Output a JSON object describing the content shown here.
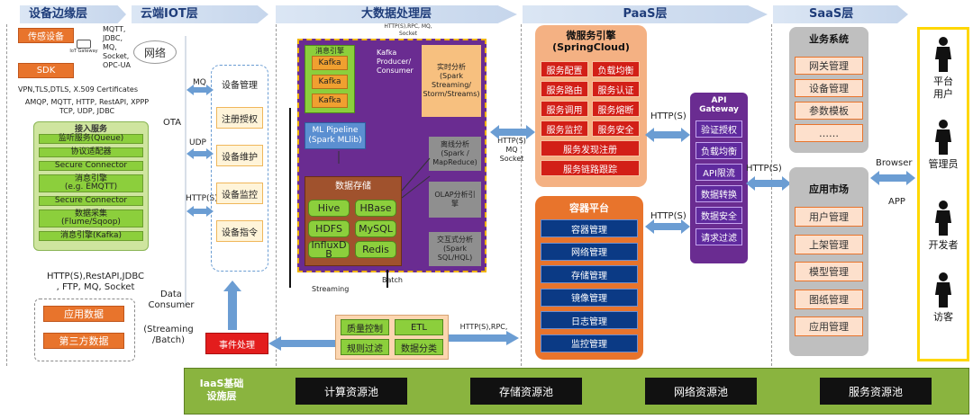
{
  "headers": {
    "edge": "设备边缘层",
    "iot": "云端IOT层",
    "bigdata": "大数据处理层",
    "paas": "PaaS层",
    "saas": "SaaS层"
  },
  "edge": {
    "sensor": "传感设备",
    "sdk": "SDK",
    "gateway_label": "IoT Gateway",
    "network": "网络",
    "mq_protocols": "MQTT,\nJDBC,\nMQ,\nSocket,\nOPC-UA",
    "security_line": "VPN,TLS,DTLS, X.509 Certificates",
    "protocol_line": "AMQP, MQTT, HTTP, RestAPI, XPPP\nTCP, UDP, JDBC",
    "access_title": "接入服务",
    "access_items": [
      "监听服务(Queue)",
      "协议适配器",
      "Secure Connector",
      "消息引擎\n(e.g. EMQTT)",
      "Secure Connector",
      "数据采集\n(Flume/Sqoop)",
      "消息引擎(Kafka)"
    ],
    "http_line": "HTTP(S),RestAPI,JDBC\n, FTP, MQ, Socket",
    "app_data": "应用数据",
    "third_data": "第三方数据"
  },
  "iot": {
    "ota": "OTA",
    "mq": "MQ",
    "udp": "UDP",
    "https": "HTTP(S)",
    "device_mgmt": "设备管理",
    "items": [
      "注册授权",
      "设备维护",
      "设备监控",
      "设备指令"
    ],
    "data_consumer": "Data\nConsumer",
    "streaming_batch": "(Streaming\n/Batch)",
    "event": "事件处理"
  },
  "bigdata": {
    "top_label": "HTTP(S),RPC, MQ,\nSocket",
    "msg_engine": "消息引擎",
    "kafka": [
      "Kafka",
      "Kafka",
      "Kafka"
    ],
    "kafka_pc": "Kafka\nProducer/\nConsumer",
    "realtime": "实时分析\n(Spark\nStreaming/\nStorm/Streams)",
    "ml": "ML Pipeline\n(Spark MLlib)",
    "offline": "离线分析\n(Spark /\nMapReduce)",
    "storage_title": "数据存储",
    "stores": [
      "Hive",
      "HBase",
      "HDFS",
      "MySQL",
      "InfluxD\nB",
      "Redis"
    ],
    "olap": "OLAP分析引\n擎",
    "interactive": "交互式分析\n(Spark\nSQL/HQL)",
    "streaming": "Streaming",
    "batch": "Batch",
    "bottom_items": [
      "质量控制",
      "ETL",
      "规则过滤",
      "数据分类"
    ],
    "bottom_label": "HTTP(S),RPC,\nMQ, Socket",
    "left_label": "HTTP(S)\nMQ\nSocket"
  },
  "paas": {
    "micro_title": "微服务引擎\n(SpringCloud)",
    "micro_cells": [
      "服务配置",
      "负载均衡",
      "服务路由",
      "服务认证",
      "服务调用",
      "服务熔断",
      "服务监控",
      "服务安全"
    ],
    "micro_wide": [
      "服务发现注册",
      "服务链路跟踪"
    ],
    "container_title": "容器平台",
    "container_items": [
      "容器管理",
      "网络管理",
      "存储管理",
      "镜像管理",
      "日志管理",
      "监控管理"
    ],
    "https1": "HTTP(S)",
    "https2": "HTTP(S)",
    "gateway_title": "API\nGateway",
    "gateway_items": [
      "验证授权",
      "负载均衡",
      "API限流",
      "数据转换",
      "数据安全",
      "请求过滤"
    ],
    "https3": "HTTP(S)"
  },
  "saas": {
    "biz_title": "业务系统",
    "biz_items": [
      "网关管理",
      "设备管理",
      "参数模板",
      "……"
    ],
    "app_title": "应用市场",
    "app_items": [
      "用户管理",
      "上架管理",
      "模型管理",
      "图纸管理",
      "应用管理"
    ],
    "browser": "Browser",
    "app": "APP"
  },
  "users": [
    "平台\n用户",
    "管理员",
    "开发者",
    "访客"
  ],
  "iaas": {
    "title": "IaaS基础\n设施层",
    "pools": [
      "计算资源池",
      "存储资源池",
      "网络资源池",
      "服务资源池"
    ]
  }
}
